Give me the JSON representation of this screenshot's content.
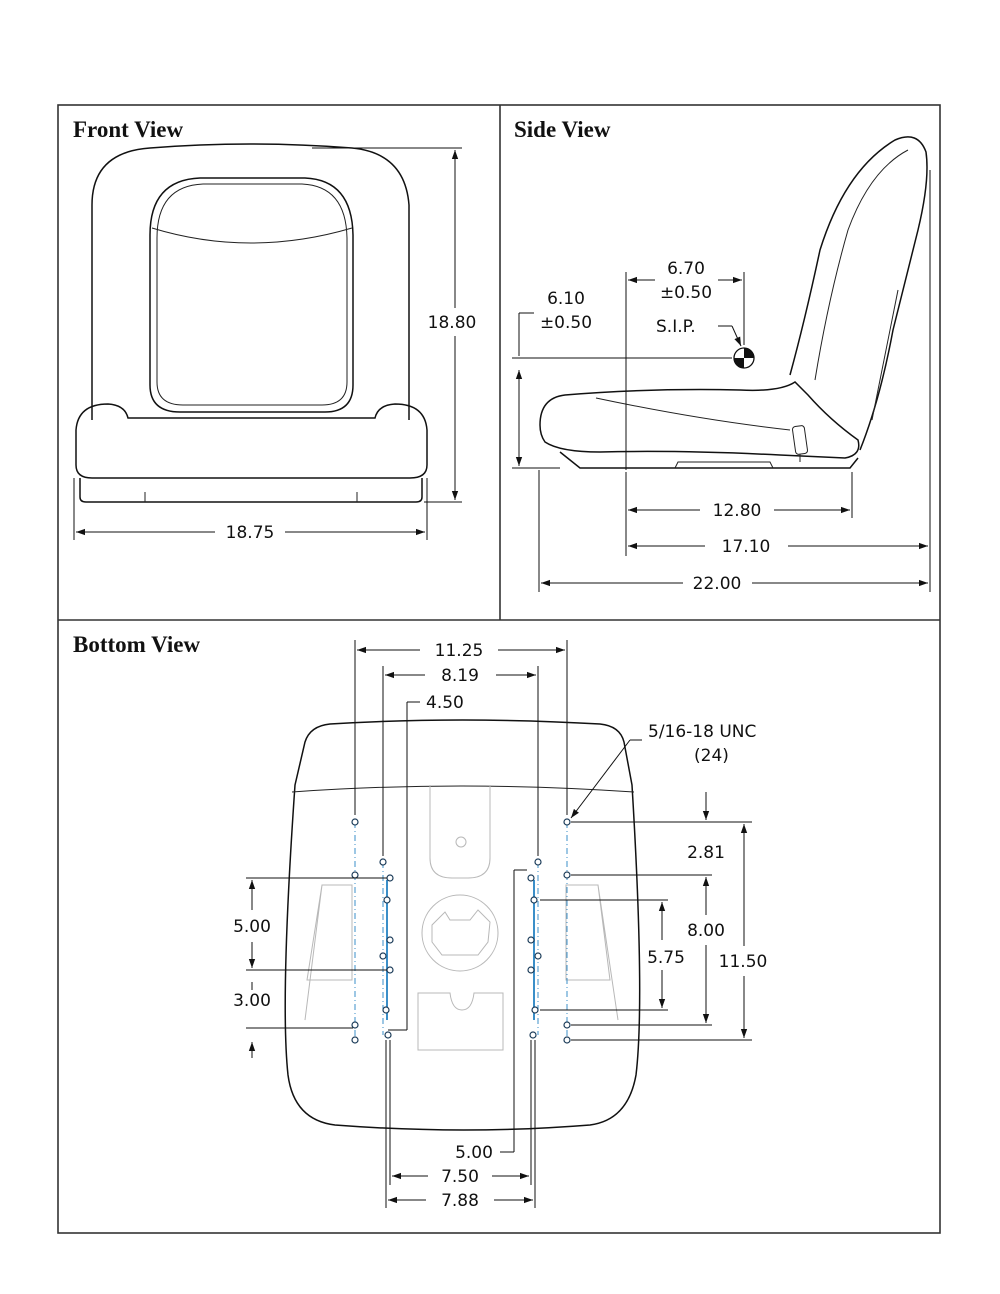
{
  "views": {
    "front": {
      "title": "Front View",
      "dims": {
        "height": "18.80",
        "width": "18.75"
      }
    },
    "side": {
      "title": "Side View",
      "dims": {
        "horizontal_sip": {
          "value": "6.70",
          "tolerance": "±0.50"
        },
        "vertical_sip": {
          "value": "6.10",
          "tolerance": "±0.50"
        },
        "sip_label": "S.I.P.",
        "depth_front_mount": "12.80",
        "depth_mount_back": "17.10",
        "overall_depth": "22.00"
      }
    },
    "bottom": {
      "title": "Bottom View",
      "dims": {
        "outer_width": "11.25",
        "mid_width": "8.19",
        "offset": "4.50",
        "bolt_spec": "5/16-18  UNC",
        "bolt_count": "(24)",
        "left_pattern_a": "5.00",
        "left_pattern_b": "3.00",
        "right_a": "2.81",
        "right_b": "8.00",
        "right_c": "5.75",
        "right_d": "11.50",
        "bottom_a": "5.00",
        "bottom_b": "7.50",
        "bottom_c": "7.88"
      }
    }
  }
}
